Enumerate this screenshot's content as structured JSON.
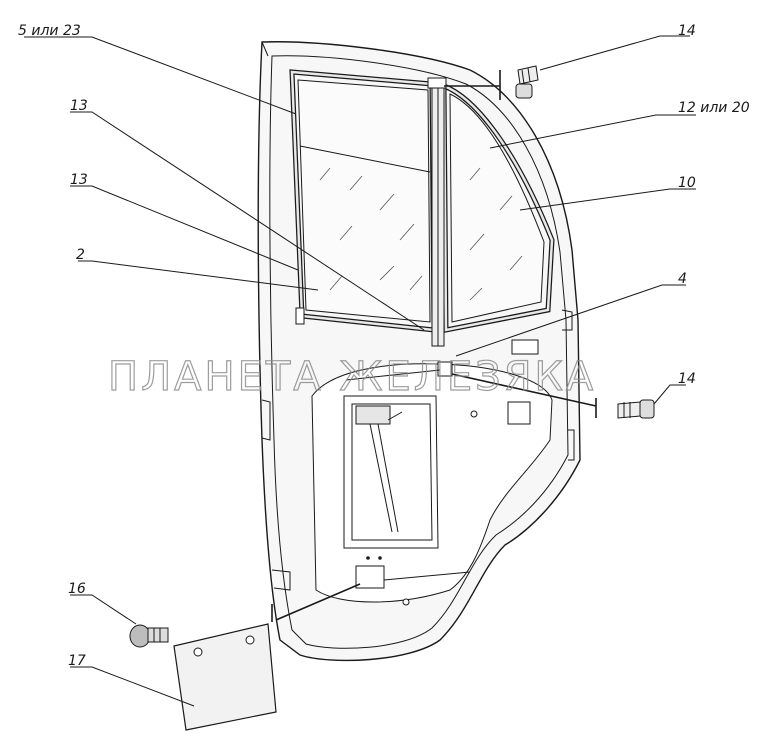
{
  "callouts": [
    {
      "id": "c1",
      "label": "5 или 23"
    },
    {
      "id": "c2",
      "label": "14"
    },
    {
      "id": "c3",
      "label": "13"
    },
    {
      "id": "c4",
      "label": "12 или 20"
    },
    {
      "id": "c5",
      "label": "13"
    },
    {
      "id": "c6",
      "label": "10"
    },
    {
      "id": "c7",
      "label": "2"
    },
    {
      "id": "c8",
      "label": "4"
    },
    {
      "id": "c9",
      "label": "14"
    },
    {
      "id": "c10",
      "label": "16"
    },
    {
      "id": "c11",
      "label": "17"
    }
  ],
  "watermark": "ПЛАНЕТА ЖЕЛЕЗЯКА"
}
